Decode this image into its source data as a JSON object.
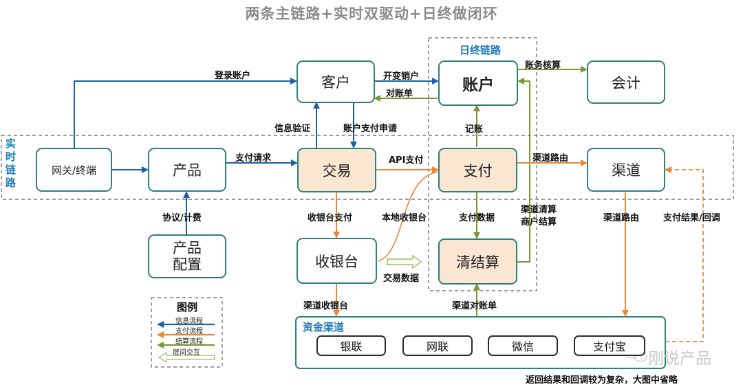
{
  "title": "两条主链路+实时双驱动+日终做闭环",
  "regions": {
    "realtime": "实时链路",
    "endofday": "日终链路",
    "funds_channel": "资金渠道"
  },
  "nodes": {
    "customer": "客户",
    "account": "账户",
    "accounting": "会计",
    "gateway": "网关/终端",
    "product": "产品",
    "trade": "交易",
    "payment": "支付",
    "channel": "渠道",
    "product_config": "产品\n配置",
    "cashier": "收银台",
    "clearing": "清结算"
  },
  "edge_labels": {
    "login_account": "登录账户",
    "open_change_close": "开变销户",
    "reconcile_stmt": "对账单",
    "acct_verify": "账务核算",
    "info_verify": "信息验证",
    "acct_pay_request": "账户支付申请",
    "bookkeeping": "记账",
    "pay_request": "支付请求",
    "api_pay": "API支付",
    "channel_route_1": "渠道路由",
    "protocol_billing": "协议/计费",
    "cashier_pay": "收银台支付",
    "local_cashier": "本地收银台",
    "pay_data": "支付数据",
    "channel_clearing": "渠道清算\n商户结算",
    "channel_route_2": "渠道路由",
    "pay_result": "支付结果/回调",
    "trade_data": "交易数据",
    "channel_cashier": "渠道收银台",
    "channel_recon": "渠道对账单"
  },
  "channels": [
    "银联",
    "网联",
    "微信",
    "支付宝"
  ],
  "legend": {
    "title": "图例",
    "items": [
      {
        "label": "信息流程",
        "color": "#1f5fa8"
      },
      {
        "label": "支付流程",
        "color": "#e8873a"
      },
      {
        "label": "结算流程",
        "color": "#7a9a3a"
      },
      {
        "label": "层间交互",
        "color": "#b8d080"
      }
    ]
  },
  "footnote": "返回结果和回调较为复杂，大图中省略",
  "watermark": "刚说产品",
  "colors": {
    "info": "#1f5fa8",
    "payment": "#e8873a",
    "settlement": "#7a9a3a",
    "interlayer": "#b8d080",
    "box_border": "#2f7f7a",
    "highlight_fill": "#fbe6d2"
  }
}
